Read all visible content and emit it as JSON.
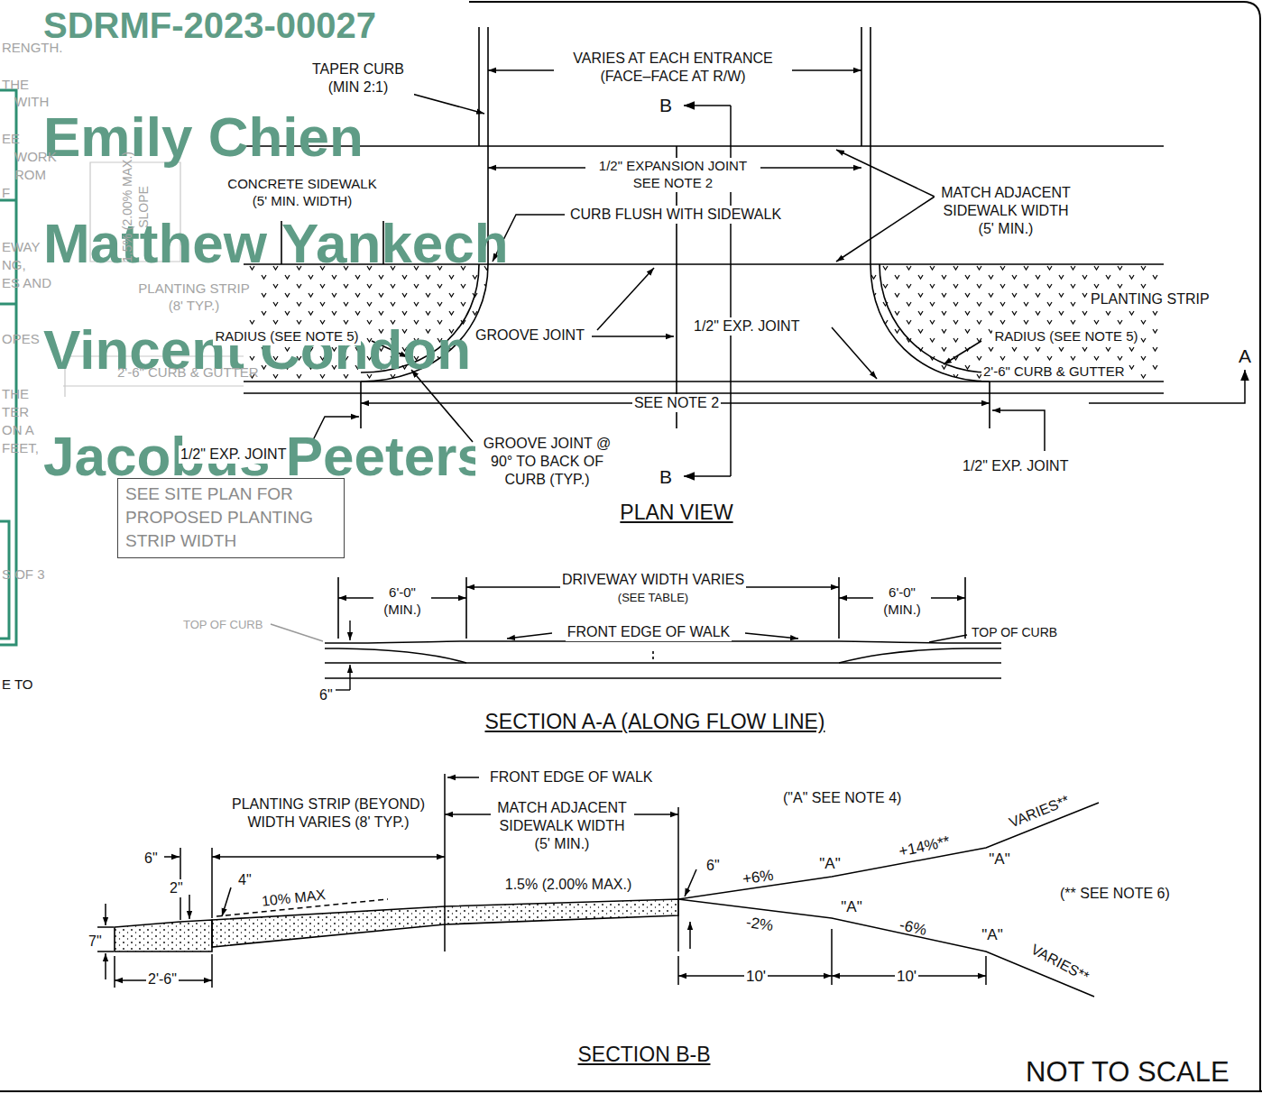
{
  "diagram": {
    "nodes": [
      {
        "text": [
          "SEE SITE PLAN FOR PROPOSED PLANTING STRIP WIDTH"
        ]
      }
    ],
    "labels": [
      "SDRMF-2023-00027",
      "Emily Chien",
      "Matthew Yankech",
      "Vincent Condon",
      "Jacobus Peeters",
      "RENGTH.",
      "THE",
      "WITH",
      "EE",
      "WORK",
      "ROM",
      "F",
      "EWAY",
      "NG,",
      "ES AND",
      "OPES",
      "THE",
      "TER",
      "ON A",
      "FEET,",
      "S OF 3",
      "E TO",
      "1.5% (2.00% MAX.) SLOPE",
      "TAPER CURB (MIN 2:1)",
      "VARIES AT EACH ENTRANCE (FACE–FACE AT R/W)",
      "B",
      "1/2\" EXPANSION JOINT SEE NOTE 2",
      "CONCRETE SIDEWALK (5' MIN. WIDTH)",
      "CURB FLUSH WITH SIDEWALK",
      "MATCH ADJACENT SIDEWALK WIDTH (5' MIN.)",
      "PLANTING STRIP (8' TYP.)",
      "PLANTING STRIP",
      "GROOVE JOINT",
      "1/2\" EXP. JOINT",
      "RADIUS (SEE NOTE 5)",
      "RADIUS (SEE NOTE 5)",
      "2'-6\" CURB & GUTTER",
      "2'-6\" CURB & GUTTER",
      "SEE NOTE 2",
      "GROOVE JOINT @ 90° TO BACK OF CURB (TYP.)",
      "B",
      "1/2\" EXP. JOINT",
      "1/2\" EXP. JOINT",
      "A",
      "PLAN VIEW",
      "6'-0\" (MIN.)",
      "DRIVEWAY WIDTH VARIES",
      "(SEE TABLE)",
      "6'-0\" (MIN.)",
      "TOP OF CURB",
      "FRONT EDGE OF WALK",
      "TOP OF CURB",
      "6\"",
      "SECTION A-A (ALONG FLOW LINE)",
      "FRONT EDGE OF WALK",
      "PLANTING STRIP (BEYOND) WIDTH VARIES (8' TYP.)",
      "MATCH ADJACENT SIDEWALK WIDTH (5' MIN.)",
      "(\"A\" SEE NOTE 4)",
      "VARIES**",
      "6\"",
      "2\"",
      "4\"",
      "10% MAX",
      "1.5% (2.00% MAX.)",
      "6\"",
      "+6%",
      "\"A\"",
      "+14%**",
      "\"A\"",
      "(** SEE NOTE 6)",
      "7\"",
      "-2%",
      "\"A\"",
      "-6%",
      "\"A\"",
      "VARIES**",
      "2'-6\"",
      "10'",
      "10'",
      "SECTION B-B",
      "NOT TO SCALE"
    ]
  }
}
